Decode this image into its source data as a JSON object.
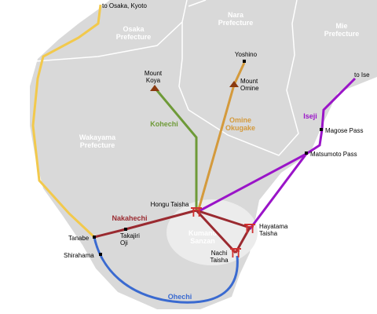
{
  "regions": {
    "osaka": "Osaka\nPrefecture",
    "nara": "Nara\nPrefecture",
    "mie": "Mie\nPrefecture",
    "wakayama": "Wakayama\nPrefecture"
  },
  "directions": {
    "osaka_kyoto": "to Osaka, Kyoto",
    "ise": "to Ise"
  },
  "mountains": {
    "koya": "Mount\nKoya",
    "omine": "Mount\nOmine"
  },
  "places": {
    "yoshino": "Yoshino",
    "magose": "Magose Pass",
    "matsumoto": "Matsumoto Pass",
    "hongu": "Hongu Taisha",
    "hayatama": "Hayatama\nTaisha",
    "nachi": "Nachi\nTaisha",
    "tanabe": "Tanabe",
    "shirahama": "Shirahama",
    "takajiri": "Takajiri\nOji"
  },
  "routes": {
    "kohechi": "Kohechi",
    "omine": "Omine\nOkugake",
    "iseji": "Iseji",
    "nakahechi": "Nakahechi",
    "ohechi": "Ohechi"
  },
  "center_label": "Kumano\nSanzan",
  "colors": {
    "kohechi": "#6e9a38",
    "omine": "#d49a3c",
    "iseji": "#9a14c8",
    "nakahechi": "#9a2a30",
    "ohechi": "#3a6ad0",
    "osaka_road": "#f2c94c",
    "torii": "#d03030",
    "mountain": "#8a3a10",
    "land": "#d9d9d9",
    "border": "#ffffff"
  }
}
